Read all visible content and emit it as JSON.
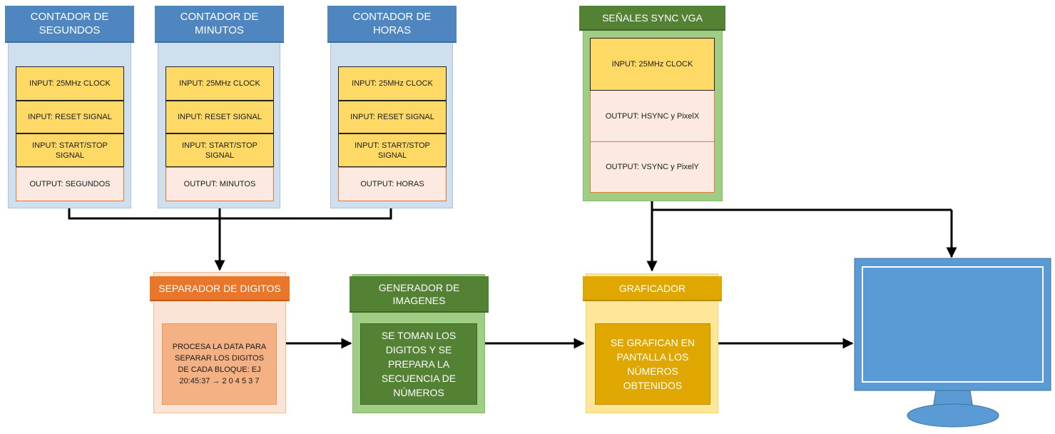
{
  "counters": [
    {
      "title": "CONTADOR DE SEGUNDOS",
      "inputs": [
        "INPUT: 25MHz CLOCK",
        "INPUT: RESET SIGNAL",
        "INPUT: START/STOP SIGNAL"
      ],
      "output": "OUTPUT: SEGUNDOS"
    },
    {
      "title": "CONTADOR DE MINUTOS",
      "inputs": [
        "INPUT: 25MHz CLOCK",
        "INPUT: RESET SIGNAL",
        "INPUT: START/STOP SIGNAL"
      ],
      "output": "OUTPUT: MINUTOS"
    },
    {
      "title": "CONTADOR DE HORAS",
      "inputs": [
        "INPUT: 25MHz CLOCK",
        "INPUT: RESET SIGNAL",
        "INPUT: START/STOP SIGNAL"
      ],
      "output": "OUTPUT: HORAS"
    }
  ],
  "vga": {
    "title": "SEÑALES SYNC VGA",
    "input": "INPUT: 25MHz CLOCK",
    "outputs": [
      "OUTPUT: HSYNC y PixelX",
      "OUTPUT: VSYNC y PixelY"
    ]
  },
  "separador": {
    "title": "SEPARADOR DE DIGITOS",
    "body": "PROCESA LA DATA PARA SEPARAR LOS DIGITOS DE CADA BLOQUE: EJ 20:45:37 → 2 0 4 5 3 7"
  },
  "generador": {
    "title": "GENERADOR DE IMAGENES",
    "body": "SE TOMAN LOS DIGITOS Y SE PREPARA LA SECUENCIA DE NÚMEROS"
  },
  "graficador": {
    "title": "GRAFICADOR",
    "body": "SE GRAFICAN EN PANTALLA LOS NÚMEROS OBTENIDOS"
  },
  "colors": {
    "counter_header": "#4f86bf",
    "counter_panel": "#cfdfee",
    "input_cell": "#ffd966",
    "output_cell": "#fbe9e2",
    "vga_header": "#548235",
    "vga_panel": "#9fcd83",
    "separador_header": "#e8762b",
    "graficador_header": "#e0a700",
    "monitor": "#5b9bd5"
  }
}
